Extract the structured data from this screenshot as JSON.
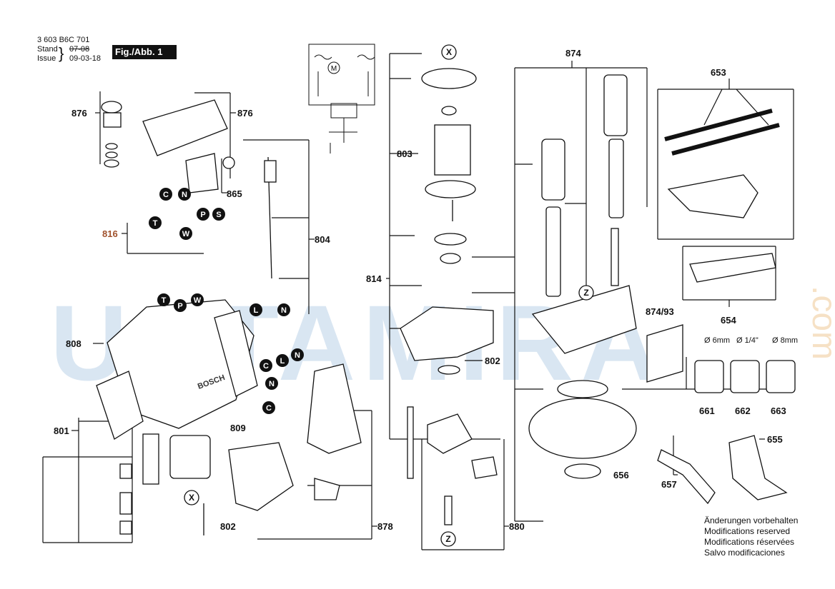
{
  "header": {
    "doc_number": "3 603 B6C 701",
    "stand_label": "Stand",
    "issue_label": "Issue",
    "stand_old": "07-08",
    "issue_date": "09-03-18",
    "figure_label": "Fig./Abb. 1"
  },
  "parts": {
    "p876a": "876",
    "p876b": "876",
    "p865": "865",
    "p816": "816",
    "p804": "804",
    "p808": "808",
    "p809": "809",
    "p801": "801",
    "p802a": "802",
    "p878": "878",
    "p803": "803",
    "p814": "814",
    "p802b": "802",
    "p880": "880",
    "p874": "874",
    "p874_93": "874/93",
    "p653": "653",
    "p654": "654",
    "p661": "661",
    "p662": "662",
    "p663": "663",
    "p655": "655",
    "p656": "656",
    "p657": "657"
  },
  "markers": {
    "C": "C",
    "N": "N",
    "P": "P",
    "S": "S",
    "T": "T",
    "W": "W",
    "L": "L",
    "X": "X",
    "Z": "Z",
    "M": "M"
  },
  "collets": {
    "c1": "Ø 6mm",
    "c2": "Ø 1/4\"",
    "c3": "Ø 8mm"
  },
  "brand": {
    "housing_logo": "BOSCH"
  },
  "watermark": {
    "text": "USTAMIRA",
    "suffix": ".com"
  },
  "notes": [
    "Änderungen vorbehalten",
    "Modifications reserved",
    "Modifications réservées",
    "Salvo modificaciones"
  ],
  "colors": {
    "ink": "#111111",
    "marker": "#111111",
    "watermark_blue": "#78a5d2",
    "watermark_orange": "#e6aa5a"
  }
}
